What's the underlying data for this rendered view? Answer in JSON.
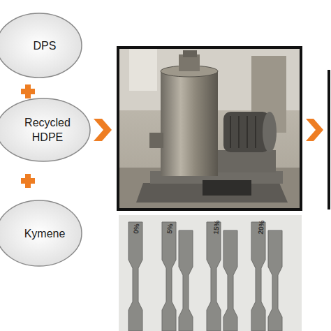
{
  "diagram": {
    "nodes": [
      {
        "text": [
          "DPS"
        ]
      },
      {
        "text": [
          "Recycled HDPE"
        ]
      },
      {
        "text": [
          "Kymene"
        ]
      }
    ],
    "labels": [
      "0%",
      "5%",
      "15%",
      "20%"
    ]
  }
}
